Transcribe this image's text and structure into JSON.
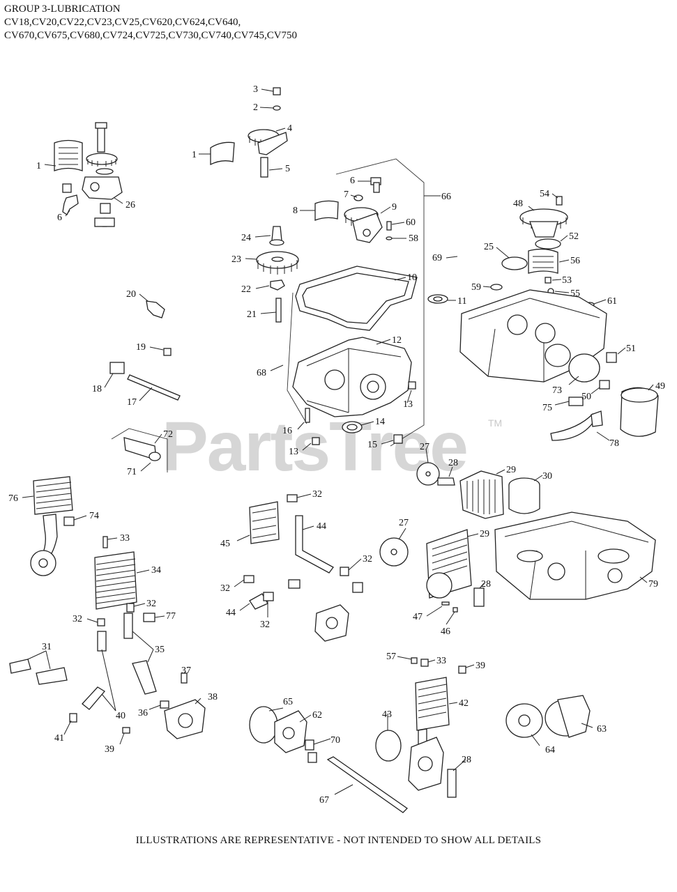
{
  "header": {
    "title": "GROUP 3-LUBRICATION",
    "models_line1": "CV18,CV20,CV22,CV23,CV25,CV620,CV624,CV640,",
    "models_line2": "CV670,CV675,CV680,CV724,CV725,CV730,CV740,CV745,CV750"
  },
  "watermark": {
    "text": "PartsTree",
    "mark": "TM"
  },
  "footer": {
    "note": "ILLUSTRATIONS ARE REPRESENTATIVE - NOT INTENDED TO SHOW ALL DETAILS"
  },
  "callouts": [
    "1",
    "26",
    "6",
    "3",
    "2",
    "4",
    "1",
    "5",
    "6",
    "7",
    "66",
    "8",
    "9",
    "60",
    "58",
    "24",
    "23",
    "10",
    "22",
    "11",
    "21",
    "12",
    "68",
    "13",
    "16",
    "14",
    "15",
    "13",
    "20",
    "19",
    "18",
    "17",
    "72",
    "71",
    "54",
    "48",
    "52",
    "25",
    "56",
    "69",
    "53",
    "59",
    "55",
    "61",
    "51",
    "49",
    "73",
    "50",
    "75",
    "78",
    "27",
    "28",
    "29",
    "30",
    "76",
    "74",
    "33",
    "34",
    "32",
    "32",
    "77",
    "31",
    "35",
    "37",
    "38",
    "36",
    "40",
    "41",
    "39",
    "45",
    "32",
    "44",
    "32",
    "32",
    "44",
    "32",
    "27",
    "29",
    "28",
    "47",
    "46",
    "79",
    "57",
    "33",
    "39",
    "65",
    "62",
    "70",
    "43",
    "42",
    "28",
    "67",
    "63",
    "64"
  ]
}
